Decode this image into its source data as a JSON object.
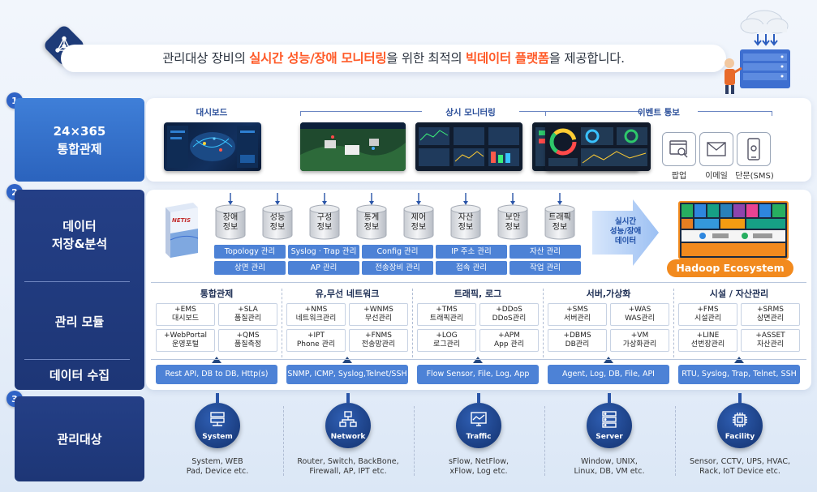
{
  "headline": {
    "part1": "관리대상 장비의 ",
    "highlight1": "실시간 성능/장애 모니터링",
    "part2": "을 위한 최적의 ",
    "highlight2": "빅데이터 플랫폼",
    "part3": "을 제공합니다."
  },
  "section1": {
    "number": "1",
    "title": "24×365\n통합관제",
    "dashboard_label": "대시보드",
    "monitoring_label": "상시 모니터링",
    "event_label": "이벤트 통보",
    "notify": [
      "팝업",
      "이메일",
      "단문(SMS)"
    ]
  },
  "section2": {
    "number": "2",
    "storage_title": "데이터\n저장&분석",
    "module_title": "관리 모듈",
    "collect_title": "데이터 수집",
    "box_label": "NETIS",
    "storage": [
      {
        "l1": "장애",
        "l2": "정보"
      },
      {
        "l1": "성능",
        "l2": "정보"
      },
      {
        "l1": "구성",
        "l2": "정보"
      },
      {
        "l1": "통계",
        "l2": "정보"
      },
      {
        "l1": "제어",
        "l2": "정보"
      },
      {
        "l1": "자산",
        "l2": "정보"
      },
      {
        "l1": "보안",
        "l2": "정보"
      },
      {
        "l1": "트래픽",
        "l2": "정보"
      }
    ],
    "tags_row1": [
      "Topology 관리",
      "Syslog · Trap 관리",
      "Config 관리",
      "IP 주소 관리",
      "자산 관리"
    ],
    "tags_row2": [
      "상면 관리",
      "AP 관리",
      "전송장비 관리",
      "접속 관리",
      "작업 관리"
    ],
    "realtime_arrow": "실시간\n성능/장애\n데이터",
    "hadoop_label": "Hadoop Ecosystem",
    "modules": [
      {
        "title": "통합관제",
        "items": [
          [
            "+EMS",
            "대시보드"
          ],
          [
            "+SLA",
            "품질관리"
          ],
          [
            "+WebPortal",
            "운영포털"
          ],
          [
            "+QMS",
            "품질측정"
          ]
        ],
        "collect": "Rest API, DB to DB, Http(s)"
      },
      {
        "title": "유,무선 네트워크",
        "items": [
          [
            "+NMS",
            "네트워크관리"
          ],
          [
            "+WNMS",
            "무선관리"
          ],
          [
            "+IPT",
            "Phone 관리"
          ],
          [
            "+FNMS",
            "전송망관리"
          ]
        ],
        "collect": "SNMP, ICMP, Syslog,Telnet/SSH"
      },
      {
        "title": "트래픽, 로그",
        "items": [
          [
            "+TMS",
            "트래픽관리"
          ],
          [
            "+DDoS",
            "DDoS관리"
          ],
          [
            "+LOG",
            "로그관리"
          ],
          [
            "+APM",
            "App 관리"
          ]
        ],
        "collect": "Flow Sensor, File, Log, App"
      },
      {
        "title": "서버,가상화",
        "items": [
          [
            "+SMS",
            "서버관리"
          ],
          [
            "+WAS",
            "WAS관리"
          ],
          [
            "+DBMS",
            "DB관리"
          ],
          [
            "+VM",
            "가상화관리"
          ]
        ],
        "collect": "Agent, Log, DB, File, API"
      },
      {
        "title": "시설 / 자산관리",
        "items": [
          [
            "+FMS",
            "시설관리"
          ],
          [
            "+SRMS",
            "상면관리"
          ],
          [
            "+LINE",
            "선번장관리"
          ],
          [
            "+ASSET",
            "자산관리"
          ]
        ],
        "collect": "RTU, Syslog, Trap, Telnet, SSH"
      }
    ]
  },
  "section3": {
    "number": "3",
    "title": "관리대상",
    "targets": [
      {
        "name": "System",
        "icon": "server-stack-icon",
        "desc1": "System, WEB",
        "desc2": "Pad, Device etc."
      },
      {
        "name": "Network",
        "icon": "network-icon",
        "desc1": "Router, Switch, BackBone,",
        "desc2": "Firewall, AP, IPT etc."
      },
      {
        "name": "Traffic",
        "icon": "traffic-monitor-icon",
        "desc1": "sFlow, NetFlow,",
        "desc2": "xFlow, Log etc."
      },
      {
        "name": "Server",
        "icon": "server-rack-icon",
        "desc1": "Window, UNIX,",
        "desc2": "Linux,  DB, VM etc."
      },
      {
        "name": "Facility",
        "icon": "facility-chip-icon",
        "desc1": "Sensor, CCTV, UPS, HVAC,",
        "desc2": "Rack, IoT Device etc."
      }
    ]
  },
  "colors": {
    "accent_orange": "#ff5a28",
    "primary_blue": "#2f63c6",
    "navy": "#1d3676",
    "hadoop_orange": "#f28a1e"
  }
}
